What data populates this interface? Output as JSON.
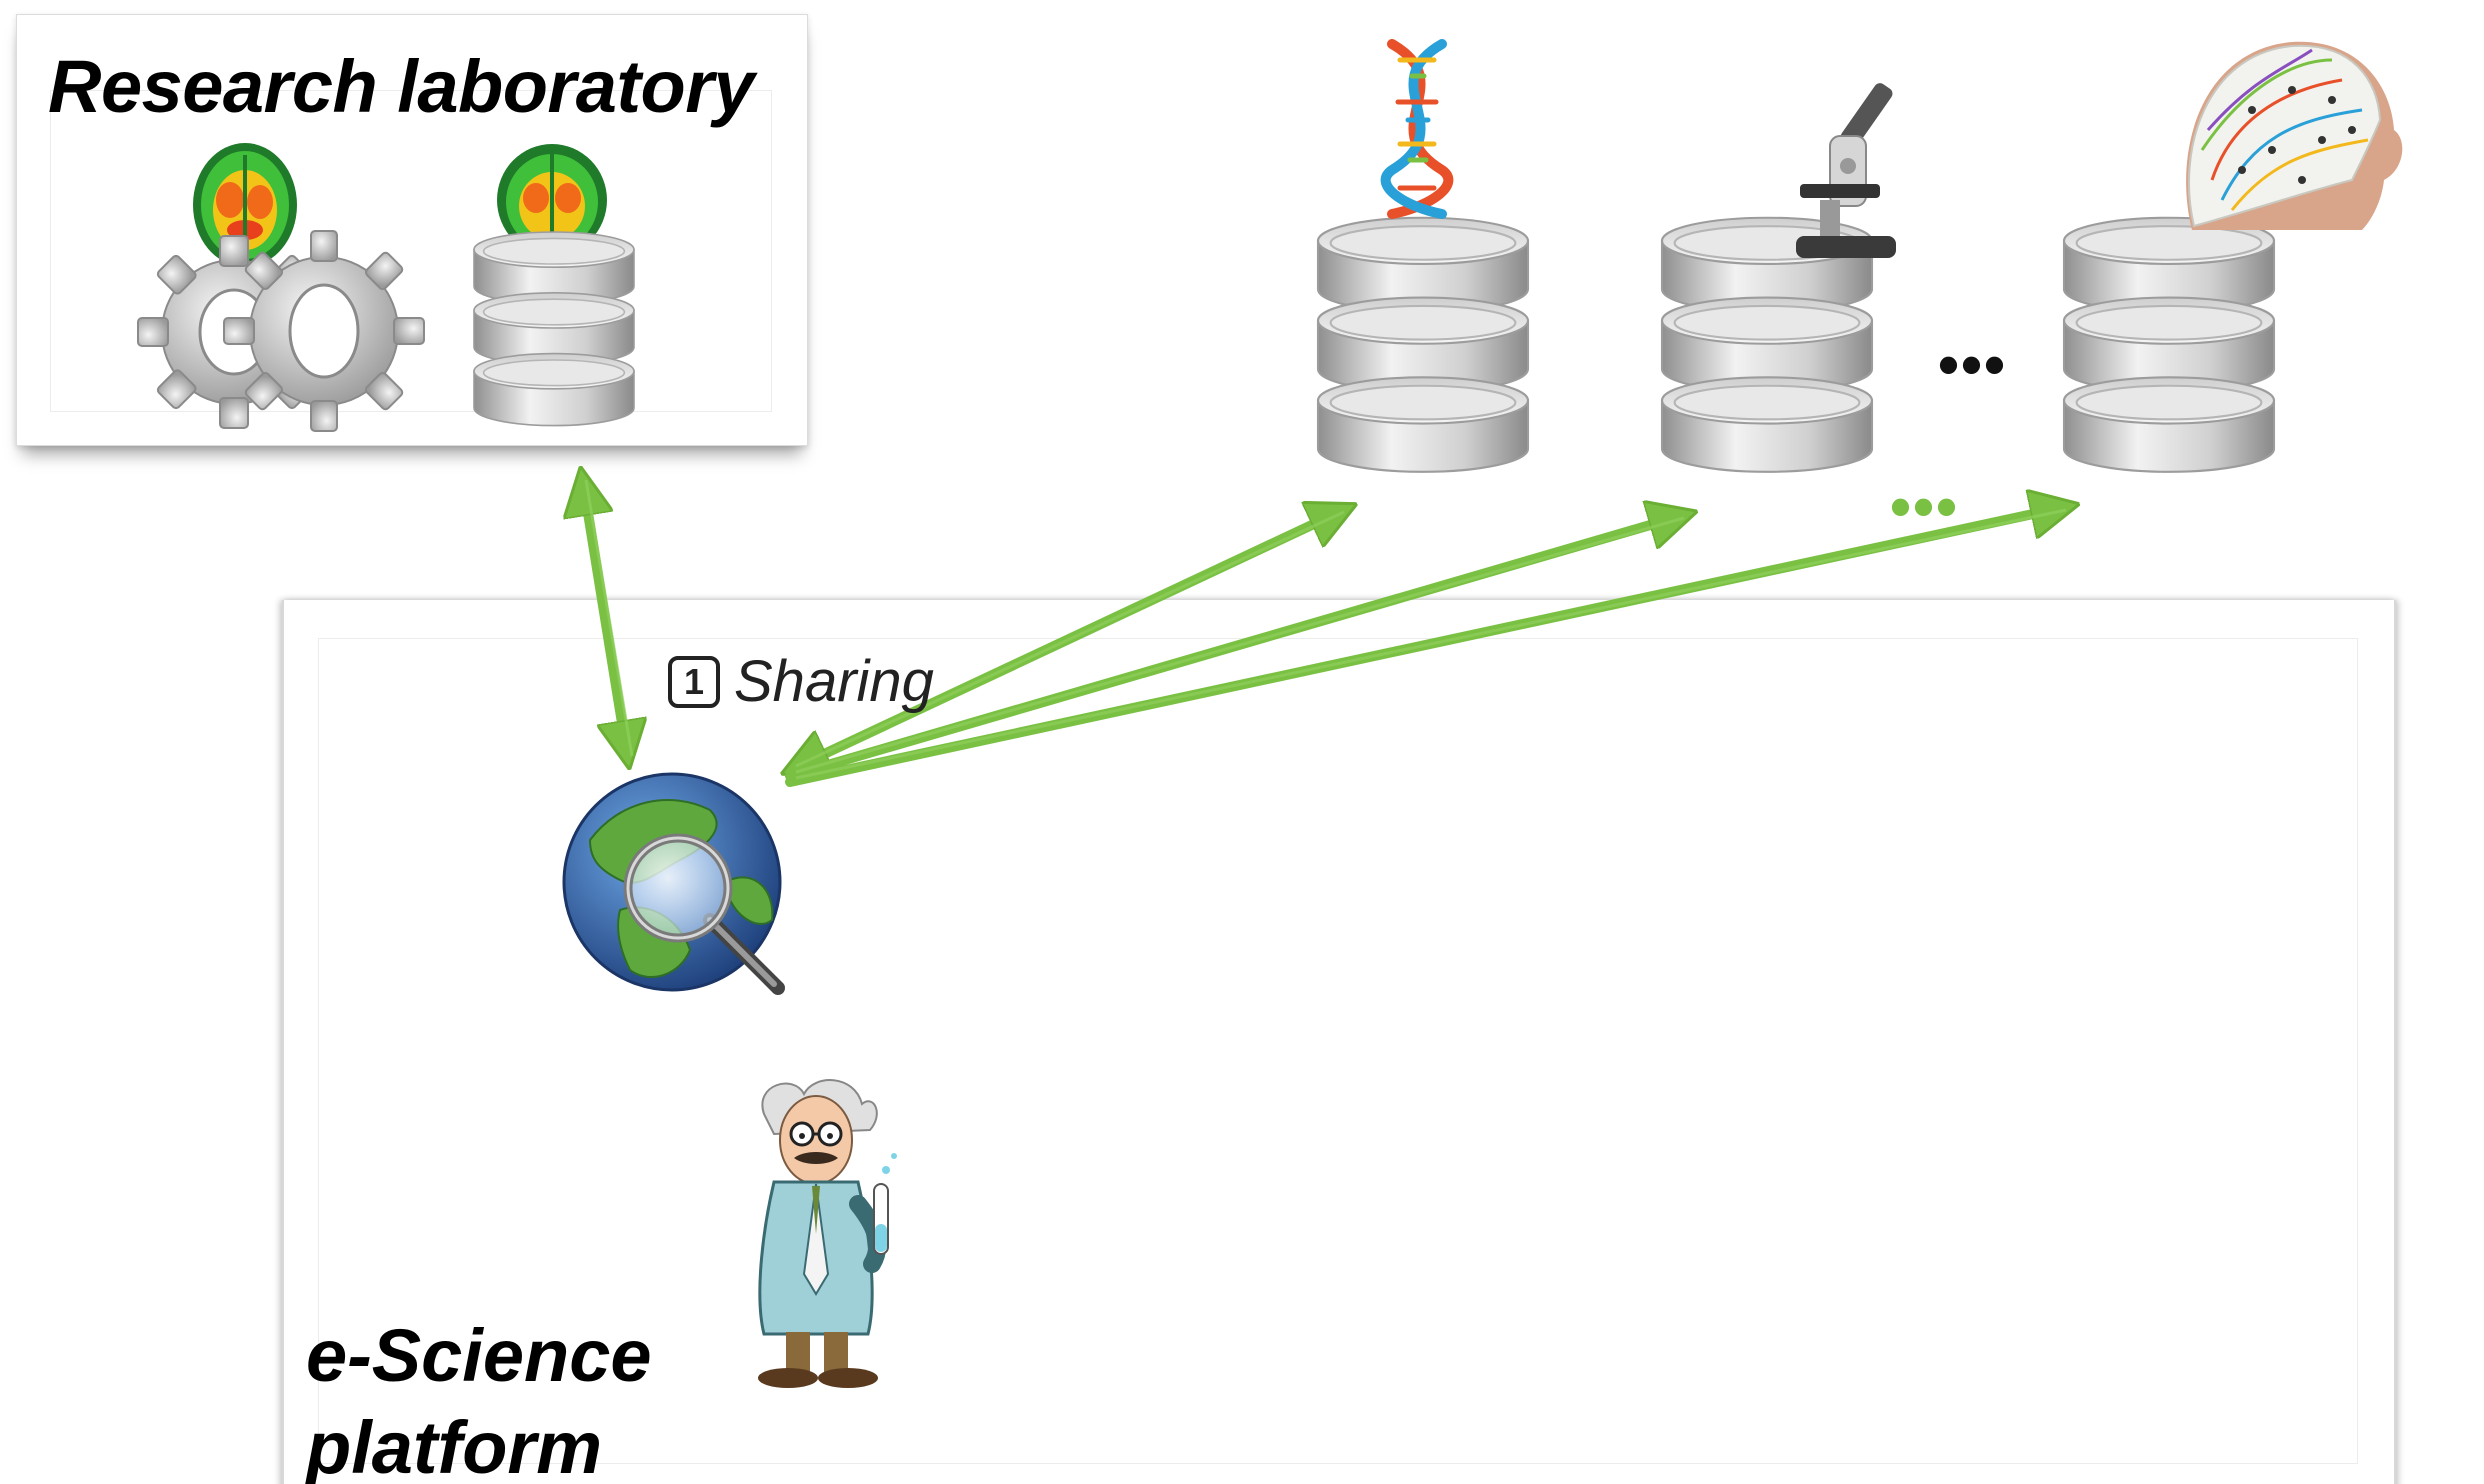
{
  "lab": {
    "title": "Research laboratory"
  },
  "platform": {
    "title_line1": "e-Science",
    "title_line2": "platform"
  },
  "sharing": {
    "step_number": "1",
    "label": "Sharing"
  },
  "ellipsis": {
    "databases": "•••",
    "arrows": "•••"
  },
  "colors": {
    "arrow_green": "#7ac143",
    "db_gray": "#bdbdbd",
    "gear_gray": "#a9a9a9",
    "globe_blue": "#2f5fa8",
    "globe_green": "#4e9a3a",
    "text": "#000000"
  },
  "icons": [
    "brain-scan-icon",
    "gear-icon",
    "database-icon",
    "dna-icon",
    "microscope-icon",
    "eeg-head-icon",
    "globe-search-icon",
    "scientist-icon"
  ]
}
